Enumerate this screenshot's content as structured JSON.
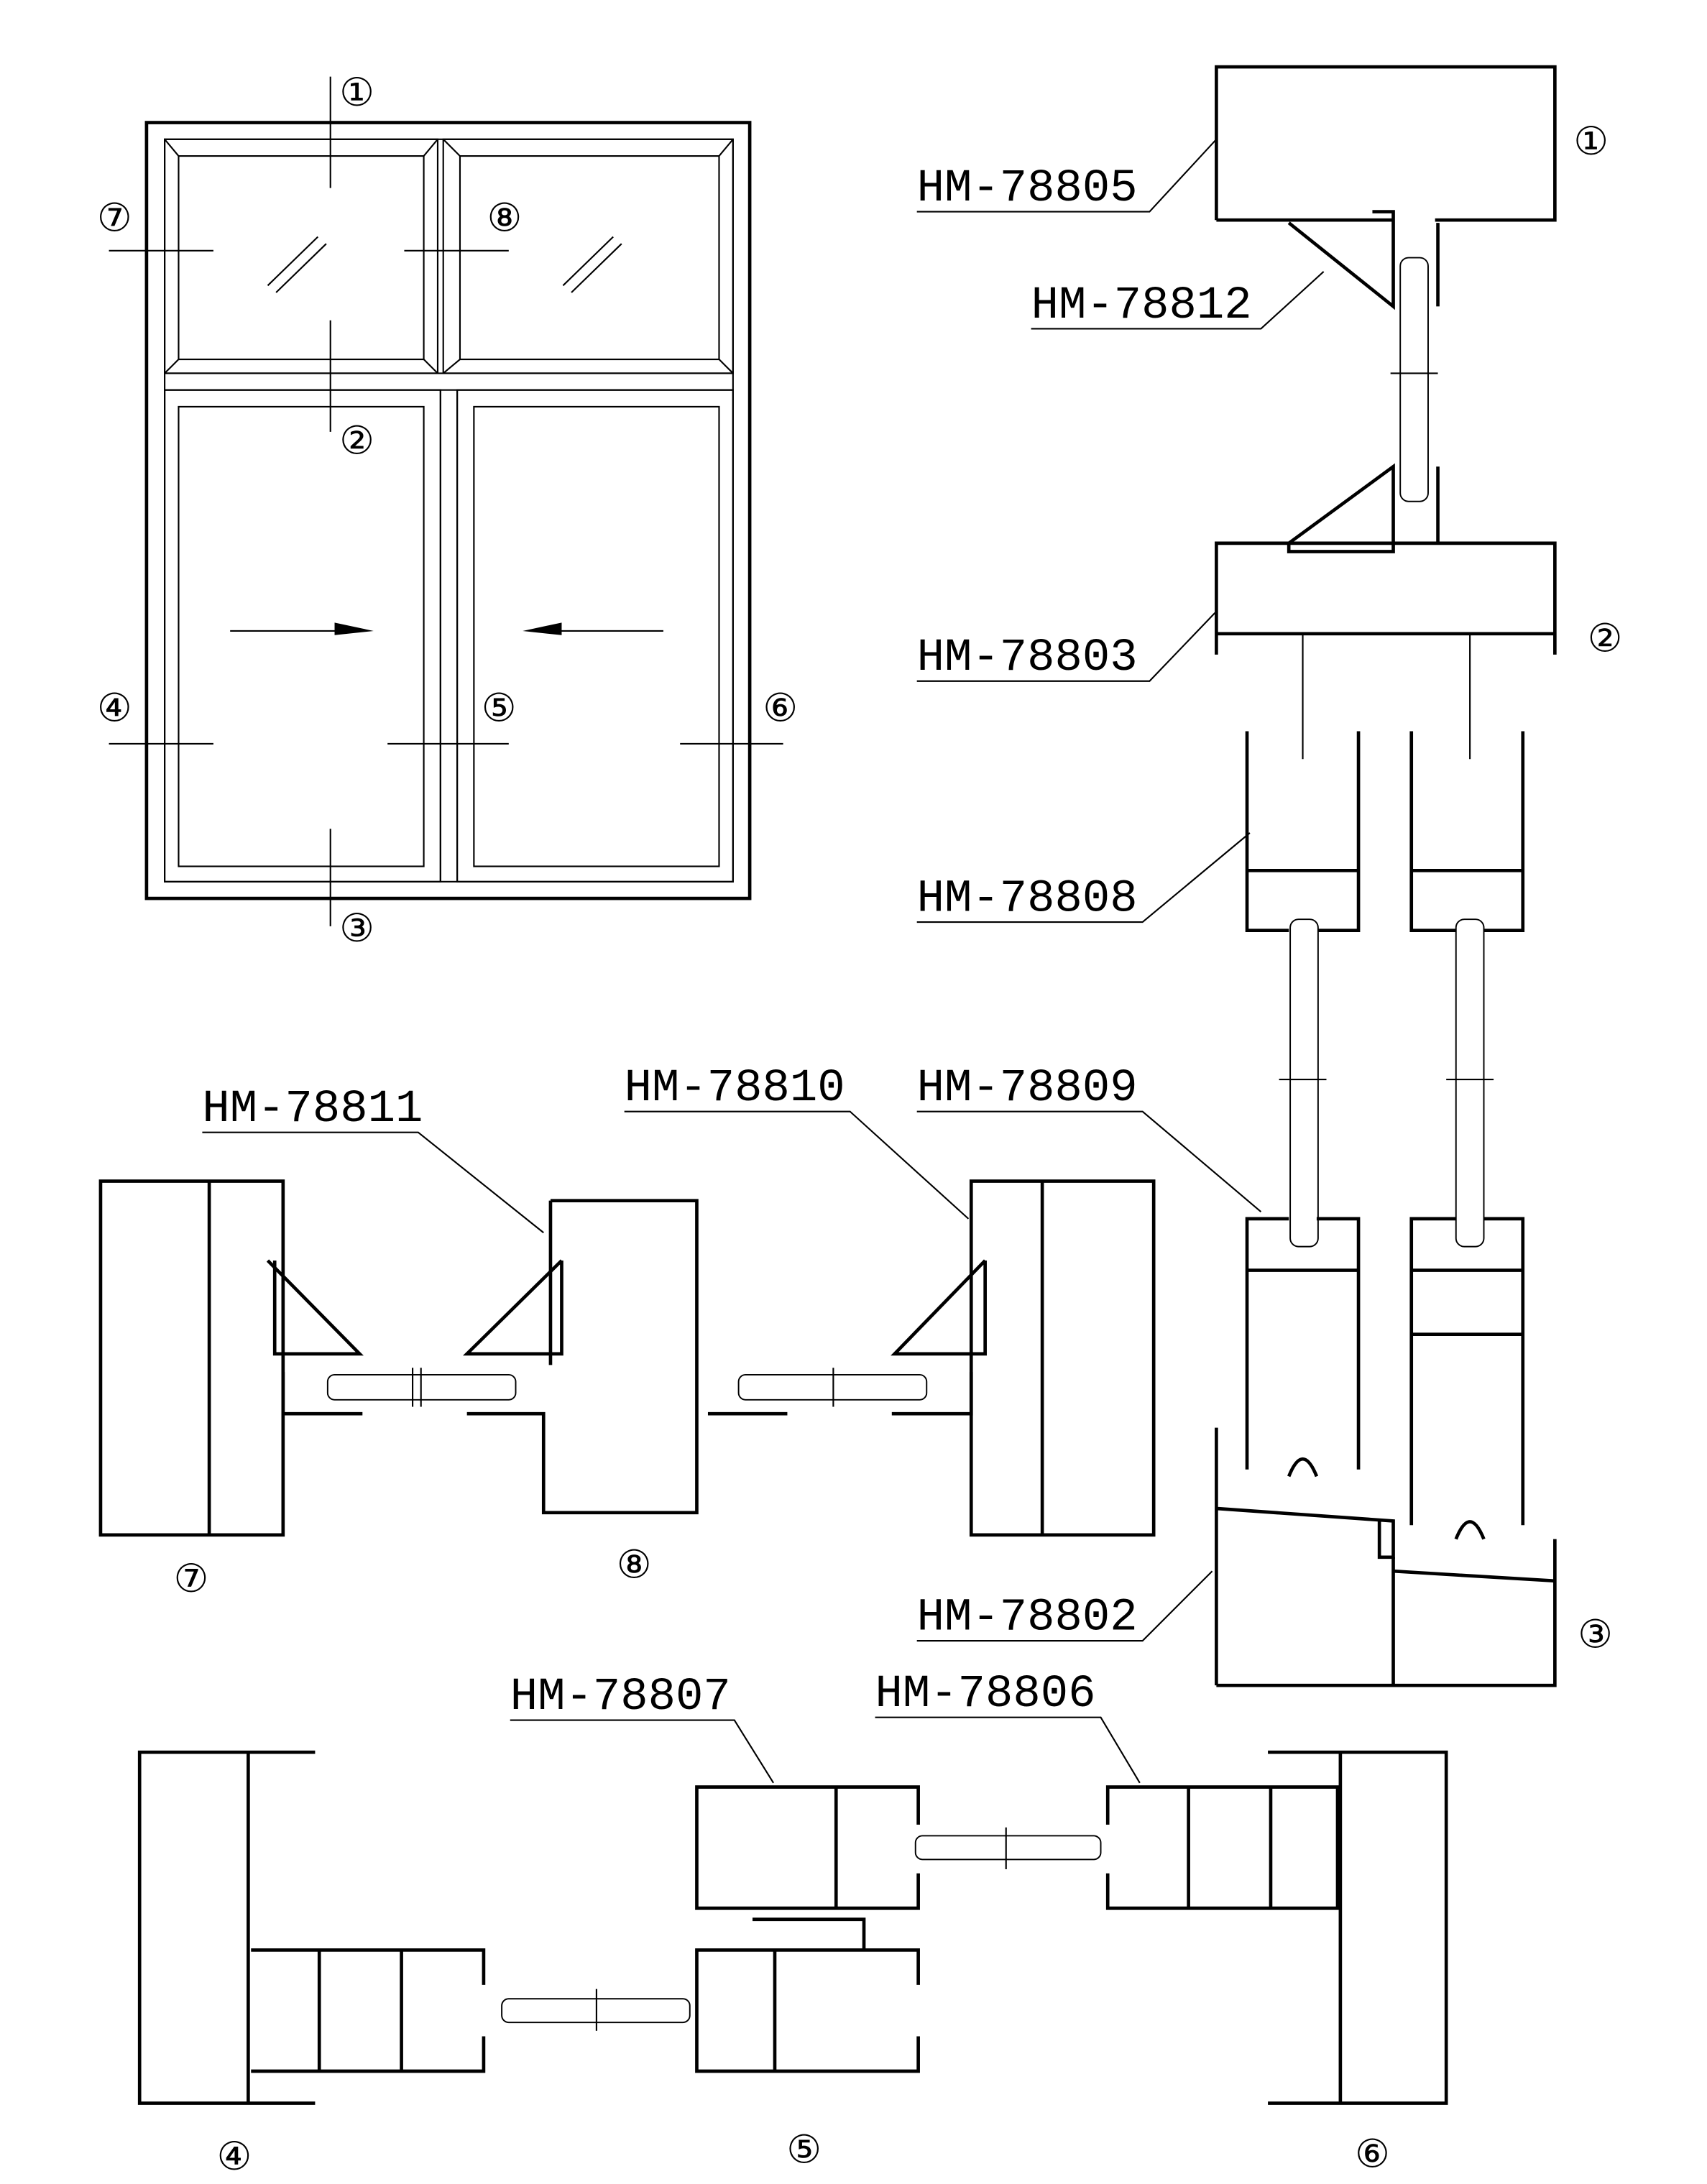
{
  "labels": {
    "hm78805": "HM-78805",
    "hm78812": "HM-78812",
    "hm78803": "HM-78803",
    "hm78808": "HM-78808",
    "hm78809": "HM-78809",
    "hm78810": "HM-78810",
    "hm78811": "HM-78811",
    "hm78802": "HM-78802",
    "hm78807": "HM-78807",
    "hm78806": "HM-78806"
  },
  "markers": {
    "m1": "①",
    "m2": "②",
    "m3": "③",
    "m4": "④",
    "m5": "⑤",
    "m6": "⑥",
    "m7": "⑦",
    "m8": "⑧"
  }
}
